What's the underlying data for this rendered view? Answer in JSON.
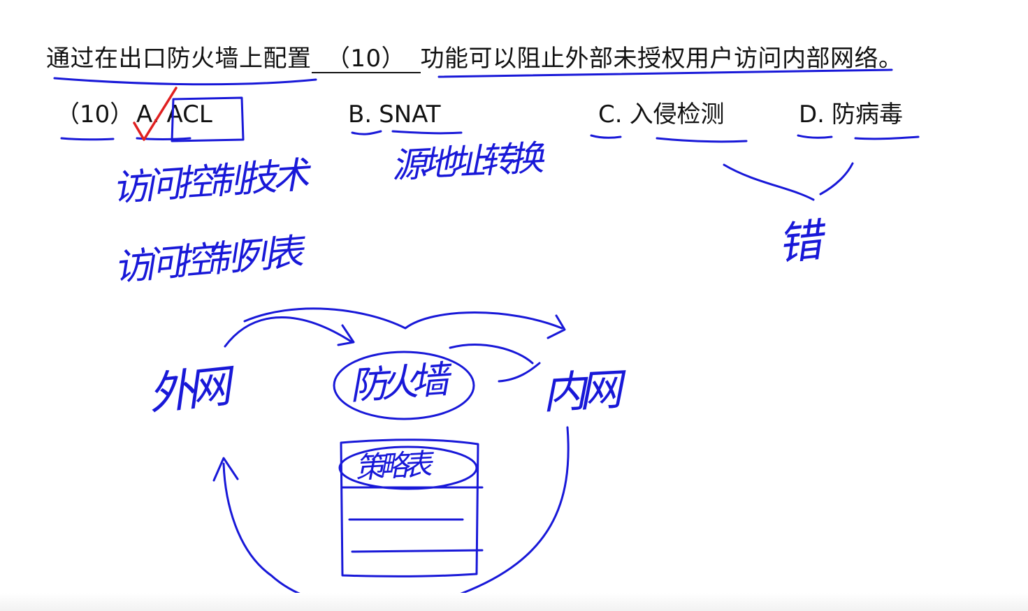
{
  "question": {
    "prefix": "通过在出口防火墙上配置",
    "blank": "（10）",
    "suffix": "功能可以阻止外部未授权用户访问内部网络。"
  },
  "options": {
    "number": "（10）",
    "a": {
      "letter": "A.",
      "text": "ACL"
    },
    "b": {
      "letter": "B.",
      "text": "SNAT"
    },
    "c": {
      "letter": "C.",
      "text": "入侵检测"
    },
    "d": {
      "letter": "D.",
      "text": "防病毒"
    }
  },
  "handwriting": {
    "acl_note_1": "访问控制技术",
    "acl_note_2": "访问控制列表",
    "snat_note": "源地址转换",
    "cd_note": "错",
    "outer_net": "外网",
    "firewall": "防火墙",
    "inner_net": "内网",
    "policy_table": "策略表"
  },
  "colors": {
    "ink": "#1818d8",
    "check": "#e02020",
    "text": "#111111"
  }
}
